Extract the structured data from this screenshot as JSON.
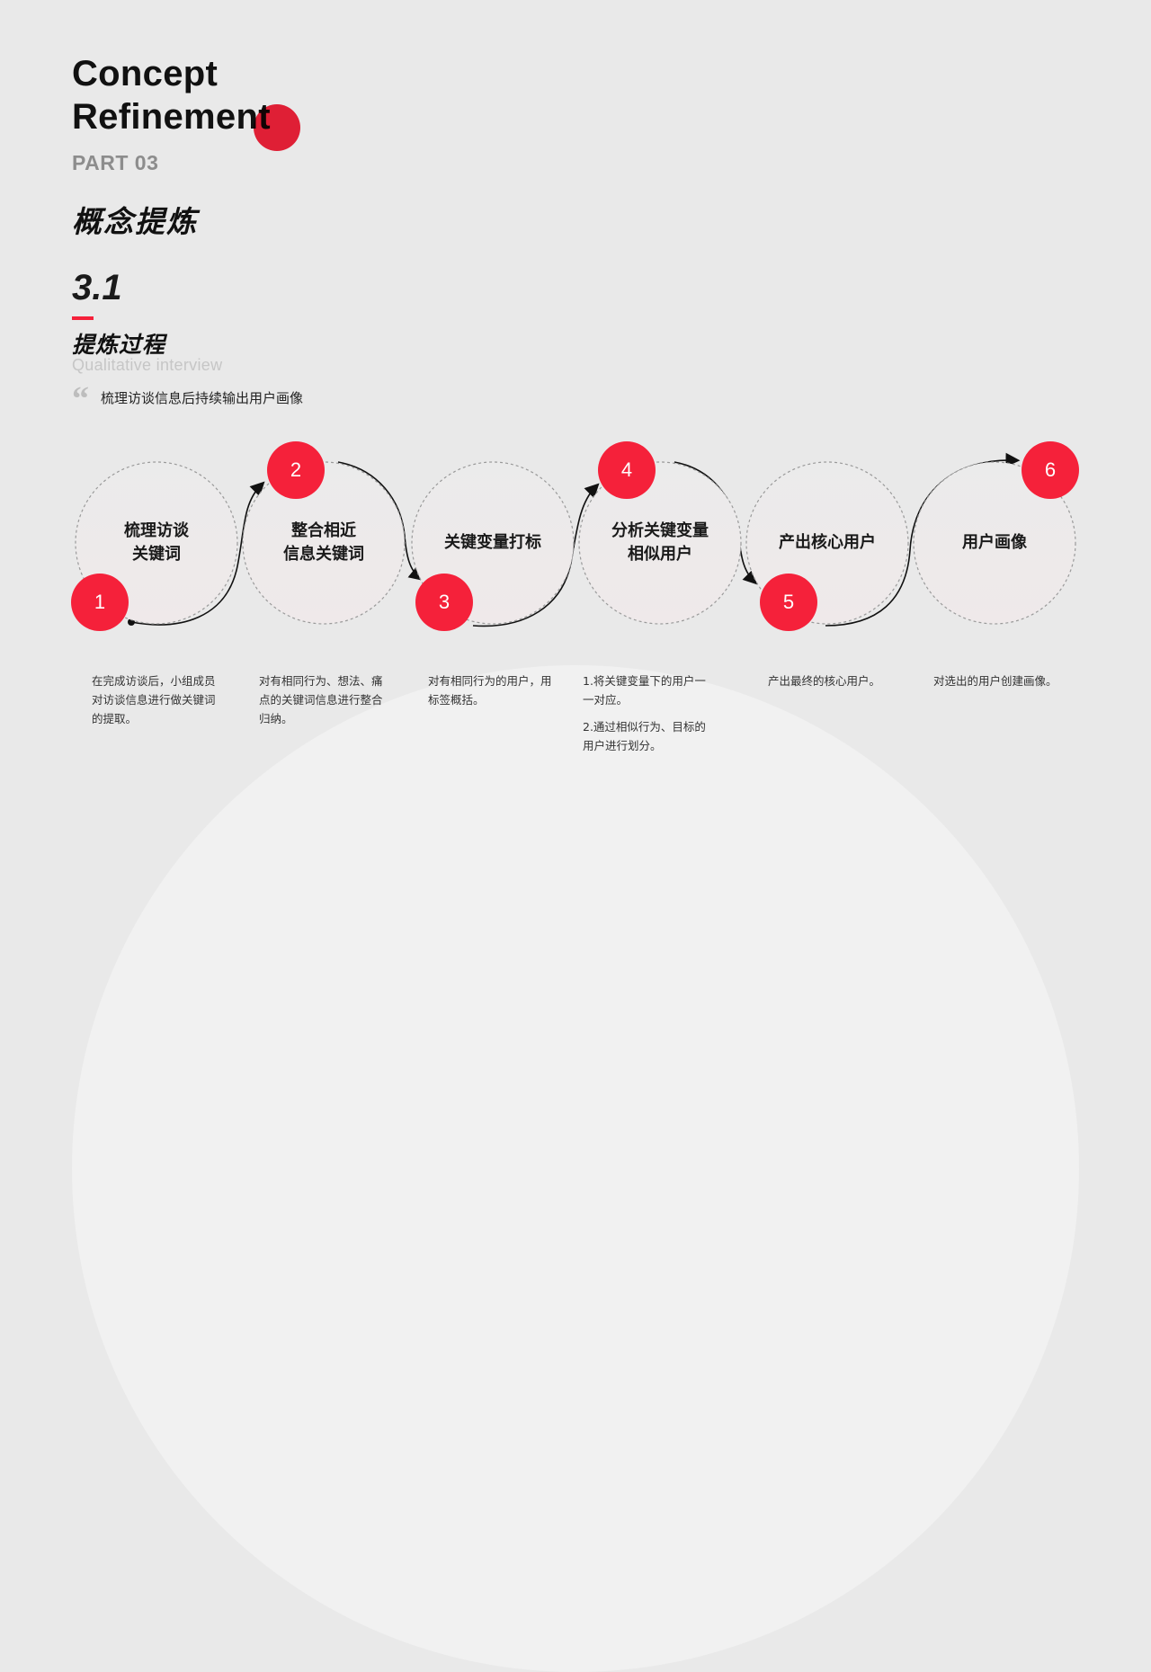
{
  "header": {
    "title_line1": "Concept",
    "title_line2": "Refinement",
    "part": "PART 03",
    "cn_title": "概念提炼"
  },
  "section": {
    "number": "3.1",
    "cn_title": "提炼过程",
    "en_title": "Qualitative interview",
    "quote_mark": "“",
    "quote": "梳理访谈信息后持续输出用户画像"
  },
  "accent_color": "#f5213a",
  "steps": [
    {
      "badge": "1",
      "label_lines": [
        "梳理访谈",
        "关键词"
      ],
      "desc": [
        "在完成访谈后，小组成员对访谈信息进行做关键词的提取。"
      ]
    },
    {
      "badge": "2",
      "label_lines": [
        "整合相近",
        "信息关键词"
      ],
      "desc": [
        "对有相同行为、想法、痛点的关键词信息进行整合归纳。"
      ]
    },
    {
      "badge": "3",
      "label_lines": [
        "关键变量打标"
      ],
      "desc": [
        "对有相同行为的用户，用标签概括。"
      ]
    },
    {
      "badge": "4",
      "label_lines": [
        "分析关键变量",
        "相似用户"
      ],
      "desc": [
        "1.将关键变量下的用户一一对应。",
        "2.通过相似行为、目标的用户进行划分。"
      ]
    },
    {
      "badge": "5",
      "label_lines": [
        "产出核心用户"
      ],
      "desc": [
        "产出最终的核心用户。"
      ]
    },
    {
      "badge": "6",
      "label_lines": [
        "用户画像"
      ],
      "desc": [
        "对选出的用户创建画像。"
      ]
    }
  ]
}
